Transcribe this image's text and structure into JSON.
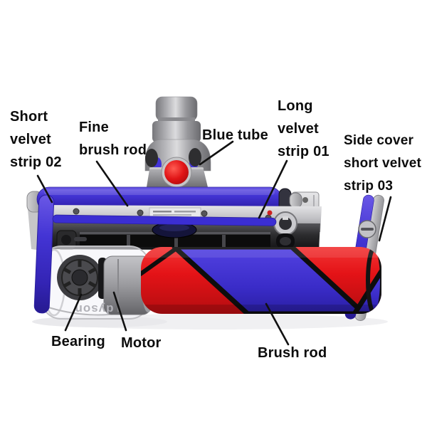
{
  "figure": {
    "description": "Annotated photo of a vacuum soft-roller cleaner head shown upside down with detached brush rod, motor and side cover",
    "background_color": "#ffffff",
    "label_color": "#0c0c0c"
  },
  "labels": {
    "short_velvet_strip_02": {
      "lines": [
        "Short",
        "velvet",
        "strip 02"
      ]
    },
    "fine_brush_rod": {
      "lines": [
        "Fine",
        "brush rod"
      ]
    },
    "blue_tube": {
      "text": "Blue tube"
    },
    "long_velvet_strip_01": {
      "lines": [
        "Long",
        "velvet",
        "strip 01"
      ]
    },
    "side_cover_short_velvet_strip_03": {
      "lines": [
        "Side cover",
        "short velvet",
        "strip 03"
      ]
    },
    "bearing": {
      "text": "Bearing"
    },
    "motor": {
      "text": "Motor"
    },
    "brush_rod": {
      "text": "Brush rod"
    }
  },
  "branding": {
    "housing_text": "dyson"
  },
  "colors": {
    "velvet_blue": "#4334d4",
    "brush_red": "#e41317",
    "stripe_black": "#0d0d0d",
    "metal_gray": "#9a9a9e",
    "button_red": "#e01416"
  }
}
